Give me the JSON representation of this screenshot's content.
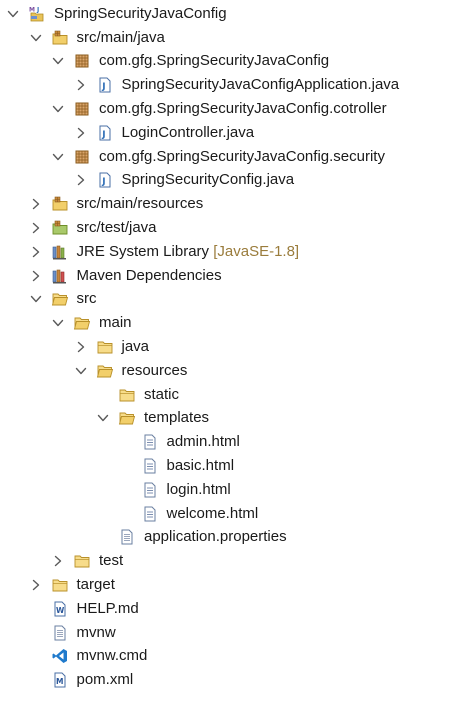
{
  "tree": [
    {
      "label": "SpringSecurityJavaConfig",
      "level": 0,
      "chevron": "down",
      "icon": "maven-project-icon"
    },
    {
      "label": "src/main/java",
      "level": 1,
      "chevron": "down",
      "icon": "source-folder-icon"
    },
    {
      "label": "com.gfg.SpringSecurityJavaConfig",
      "level": 2,
      "chevron": "down",
      "icon": "package-icon"
    },
    {
      "label": "SpringSecurityJavaConfigApplication.java",
      "level": 3,
      "chevron": "right",
      "icon": "java-file-icon"
    },
    {
      "label": "com.gfg.SpringSecurityJavaConfig.cotroller",
      "level": 2,
      "chevron": "down",
      "icon": "package-icon"
    },
    {
      "label": "LoginController.java",
      "level": 3,
      "chevron": "right",
      "icon": "java-file-icon"
    },
    {
      "label": "com.gfg.SpringSecurityJavaConfig.security",
      "level": 2,
      "chevron": "down",
      "icon": "package-icon"
    },
    {
      "label": "SpringSecurityConfig.java",
      "level": 3,
      "chevron": "right",
      "icon": "java-file-icon"
    },
    {
      "label": "src/main/resources",
      "level": 1,
      "chevron": "right",
      "icon": "source-folder-icon"
    },
    {
      "label": "src/test/java",
      "level": 1,
      "chevron": "right",
      "icon": "test-source-folder-icon"
    },
    {
      "label": "JRE System Library",
      "decoration": "[JavaSE-1.8]",
      "level": 1,
      "chevron": "right",
      "icon": "library-icon"
    },
    {
      "label": "Maven Dependencies",
      "level": 1,
      "chevron": "right",
      "icon": "maven-library-icon"
    },
    {
      "label": "src",
      "level": 1,
      "chevron": "down",
      "icon": "folder-open-icon"
    },
    {
      "label": "main",
      "level": 2,
      "chevron": "down",
      "icon": "folder-open-icon"
    },
    {
      "label": "java",
      "level": 3,
      "chevron": "right",
      "icon": "folder-icon"
    },
    {
      "label": "resources",
      "level": 3,
      "chevron": "down",
      "icon": "folder-open-icon"
    },
    {
      "label": "static",
      "level": 4,
      "chevron": "none",
      "icon": "folder-icon"
    },
    {
      "label": "templates",
      "level": 4,
      "chevron": "down",
      "icon": "folder-open-icon"
    },
    {
      "label": "admin.html",
      "level": 5,
      "chevron": "none",
      "icon": "html-file-icon"
    },
    {
      "label": "basic.html",
      "level": 5,
      "chevron": "none",
      "icon": "html-file-icon"
    },
    {
      "label": "login.html",
      "level": 5,
      "chevron": "none",
      "icon": "html-file-icon"
    },
    {
      "label": "welcome.html",
      "level": 5,
      "chevron": "none",
      "icon": "html-file-icon"
    },
    {
      "label": "application.properties",
      "level": 4,
      "chevron": "none",
      "icon": "text-file-icon"
    },
    {
      "label": "test",
      "level": 2,
      "chevron": "right",
      "icon": "folder-icon"
    },
    {
      "label": "target",
      "level": 1,
      "chevron": "right",
      "icon": "folder-icon"
    },
    {
      "label": "HELP.md",
      "level": 1,
      "chevron": "none",
      "icon": "word-file-icon"
    },
    {
      "label": "mvnw",
      "level": 1,
      "chevron": "none",
      "icon": "text-file-icon"
    },
    {
      "label": "mvnw.cmd",
      "level": 1,
      "chevron": "none",
      "icon": "vscode-file-icon"
    },
    {
      "label": "pom.xml",
      "level": 1,
      "chevron": "none",
      "icon": "maven-pom-icon"
    }
  ],
  "colors": {
    "text": "#1a1a1a",
    "decoration": "#9a7c3c",
    "chevron": "#5a5a5a",
    "folder": "#d9a82b",
    "package": "#9b6a2f",
    "java_file": "#2f6fb7",
    "library": "#4a6fa5",
    "maven": "#c23b3b"
  }
}
